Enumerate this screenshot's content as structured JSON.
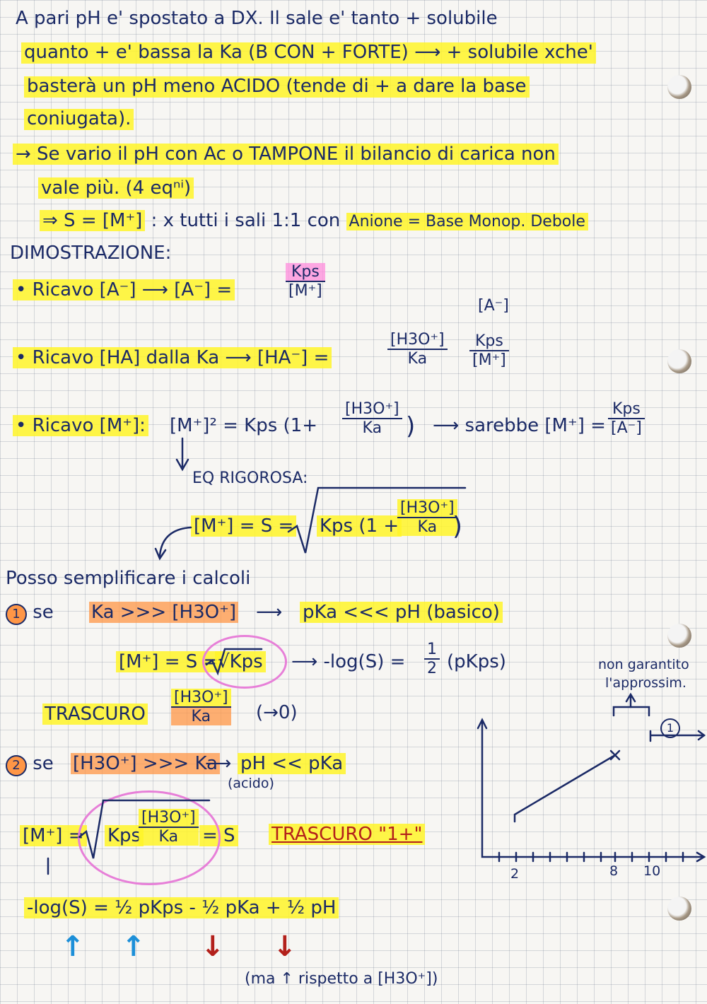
{
  "lines": {
    "l1": "A pari pH e' spostato a DX. Il sale e' tanto + solubile",
    "l2": "quanto + e' bassa la Ka (B CON + FORTE) ⟶ + solubile xche'",
    "l3": "basterà un pH meno ACIDO (tende di + a dare la base",
    "l4": "coniugata).",
    "l5": "→ Se vario il pH con Ac o TAMPONE il bilancio di carica non",
    "l6": "vale più. (4 eqⁿⁱ)",
    "l7a": "⇒ S = [M⁺]",
    "l7b": ": x tutti i sali 1:1 con",
    "l7c": "Anione = Base Monop. Debole",
    "dim": "DIMOSTRAZIONE:",
    "r1": "• Ricavo [A⁻] ⟶ [A⁻] =",
    "r2": "• Ricavo [HA] dalla Ka ⟶ [HA⁻] =",
    "r3a": "• Ricavo [M⁺]:",
    "r3b": "[M⁺]² = Kps (1+",
    "r3c": ")",
    "r3d": "⟶ sarebbe [M⁺] =",
    "eqrig": "EQ RIGOROSA:",
    "rig_lhs": "[M⁺] = S =",
    "rig_kps": "Kps (1 +",
    "rig_close": ")",
    "posso": "Posso semplificare i calcoli",
    "c1a": "se",
    "c1b": "Ka >>> [H3O⁺]",
    "c1c": "⟶",
    "c1d": "pKa <<< pH (basico)",
    "c1e": "[M⁺] = S =",
    "c1f": "√Kps",
    "c1g": "⟶ -log(S) =",
    "c1h": "(pKps)",
    "trascuro1": "TRASCURO",
    "to0": "(→0)",
    "c2a": "se",
    "c2b": "[H3O⁺] >>> Ka",
    "c2c": "⟶",
    "c2d": "pH << pKa",
    "c2e": "(acido)",
    "c2f": "[M⁺] =",
    "c2g": "Kps",
    "c2h": "= S",
    "trascuro2": "TRASCURO \"1+\"",
    "logeq": "-log(S) = ½ pKps - ½ pKa + ½ pH",
    "ma": "(ma ↑ rispetto a [H3O⁺])",
    "non": "non garantito",
    "approx": "l'approssim."
  },
  "fractions": {
    "kps_m": {
      "num": "Kps",
      "den": "[M⁺]"
    },
    "h3o_ka": {
      "num": "[H3O⁺]",
      "den": "Ka"
    },
    "kps_m2": {
      "num": "Kps",
      "den": "[M⁺]"
    },
    "a_label": "[A⁻]",
    "kps_a": {
      "num": "Kps",
      "den": "[A⁻]"
    },
    "half": {
      "num": "1",
      "den": "2"
    }
  },
  "markers": {
    "one": "1",
    "two": "2"
  },
  "graph": {
    "ticks": [
      "2",
      "8",
      "10"
    ],
    "region_label": "1"
  },
  "colors": {
    "ink": "#1b2a66",
    "highlight": "#fff528",
    "pink": "#ff8cdc",
    "orange": "#ff9646"
  }
}
